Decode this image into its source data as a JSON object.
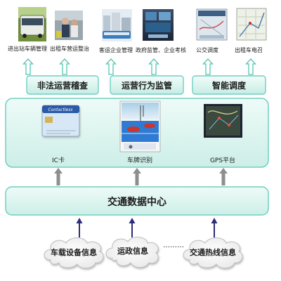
{
  "top_apps": [
    {
      "label": "进出站车辆管理",
      "icon": "bus-photo"
    },
    {
      "label": "出租车营运整治",
      "icon": "taxi-enforcement-photo"
    },
    {
      "label": "客运企业管理",
      "icon": "coach-company-photo"
    },
    {
      "label": "政府监管、企业考核",
      "icon": "monitoring-screen-photo"
    },
    {
      "label": "公交调度",
      "icon": "dispatch-map-screen"
    },
    {
      "label": "出租车电召",
      "icon": "taxi-call-map-screen"
    }
  ],
  "functions": [
    {
      "label": "非法运营稽查"
    },
    {
      "label": "运营行为监管"
    },
    {
      "label": "智能调度"
    }
  ],
  "technologies": [
    {
      "label": "IC卡",
      "card_text": "Contactless",
      "icon": "ic-card"
    },
    {
      "label": "车牌识别",
      "icon": "plate-recognition-camera"
    },
    {
      "label": "GPS平台",
      "icon": "gps-map-screen"
    }
  ],
  "center": {
    "label": "交通数据中心"
  },
  "sources": [
    {
      "label": "车载设备信息"
    },
    {
      "label": "运政信息"
    },
    {
      "label": "交通热线信息"
    }
  ],
  "ellipsis": "………",
  "colors": {
    "band_fill": "#d8f4ee",
    "band_border": "#6fcfc1",
    "hollow_arrow": "#55c6b3",
    "gray_arrow": "#8e8e8e",
    "navy_arrow": "#2c2c7a"
  }
}
